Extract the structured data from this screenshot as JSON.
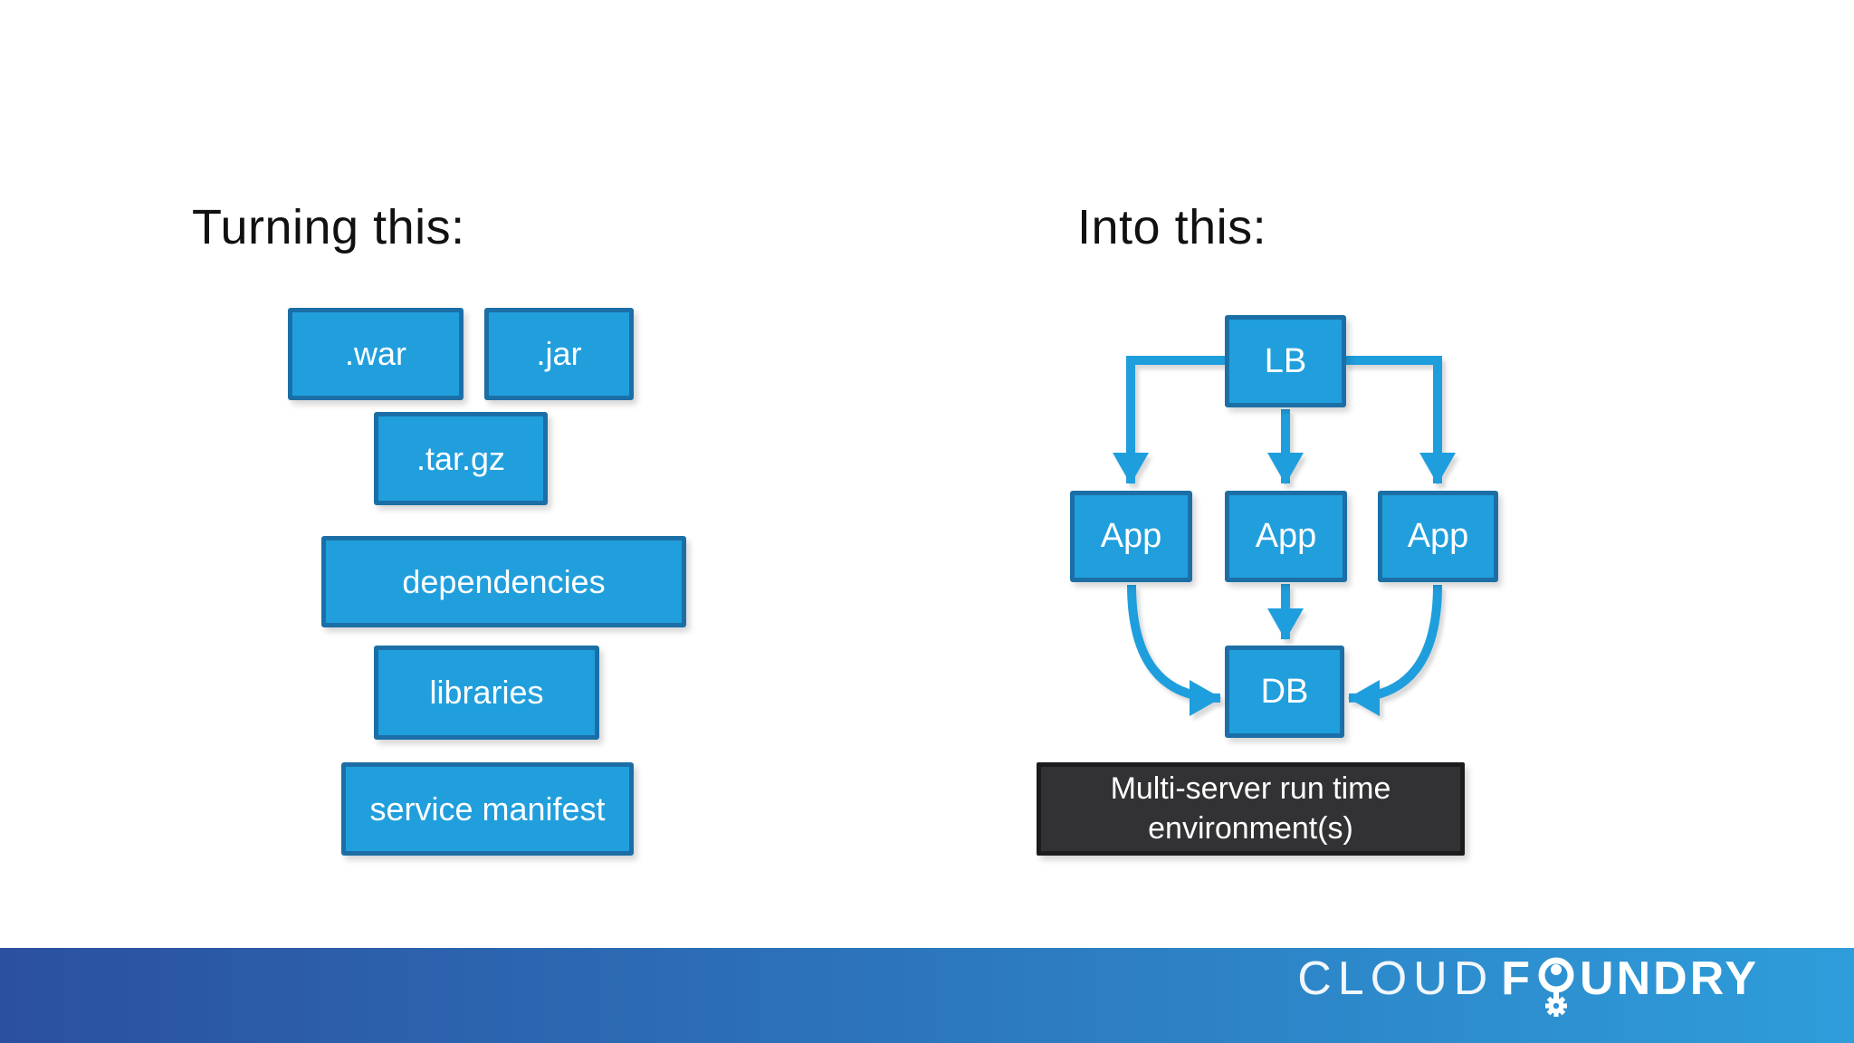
{
  "left": {
    "heading": "Turning this:",
    "boxes": [
      ".war",
      ".jar",
      ".tar.gz",
      "dependencies",
      "libraries",
      "service manifest"
    ]
  },
  "right": {
    "heading": "Into this:",
    "nodes": {
      "lb": "LB",
      "app1": "App",
      "app2": "App",
      "app3": "App",
      "db": "DB"
    },
    "env_box": {
      "line1": "Multi-server run time",
      "line2": "environment(s)"
    }
  },
  "footer": {
    "brand_light": "CLOUD",
    "brand_bold_prefix": "F",
    "brand_bold_suffix": "UNDRY"
  },
  "icons": {
    "balloon_gear": "cloud-foundry-balloon-gear-icon",
    "flow_arrows": "lb-app-db-flow-arrows"
  },
  "colors": {
    "node_fill": "#219FDD",
    "node_border": "#1B6FA6",
    "connector": "#1F9EDD",
    "env_fill": "#323234",
    "env_border": "#1C1C1E",
    "footer_left": "#2B509F",
    "footer_right": "#2E9DDA",
    "heading_text": "#111111",
    "box_text": "#FFFFFF"
  }
}
